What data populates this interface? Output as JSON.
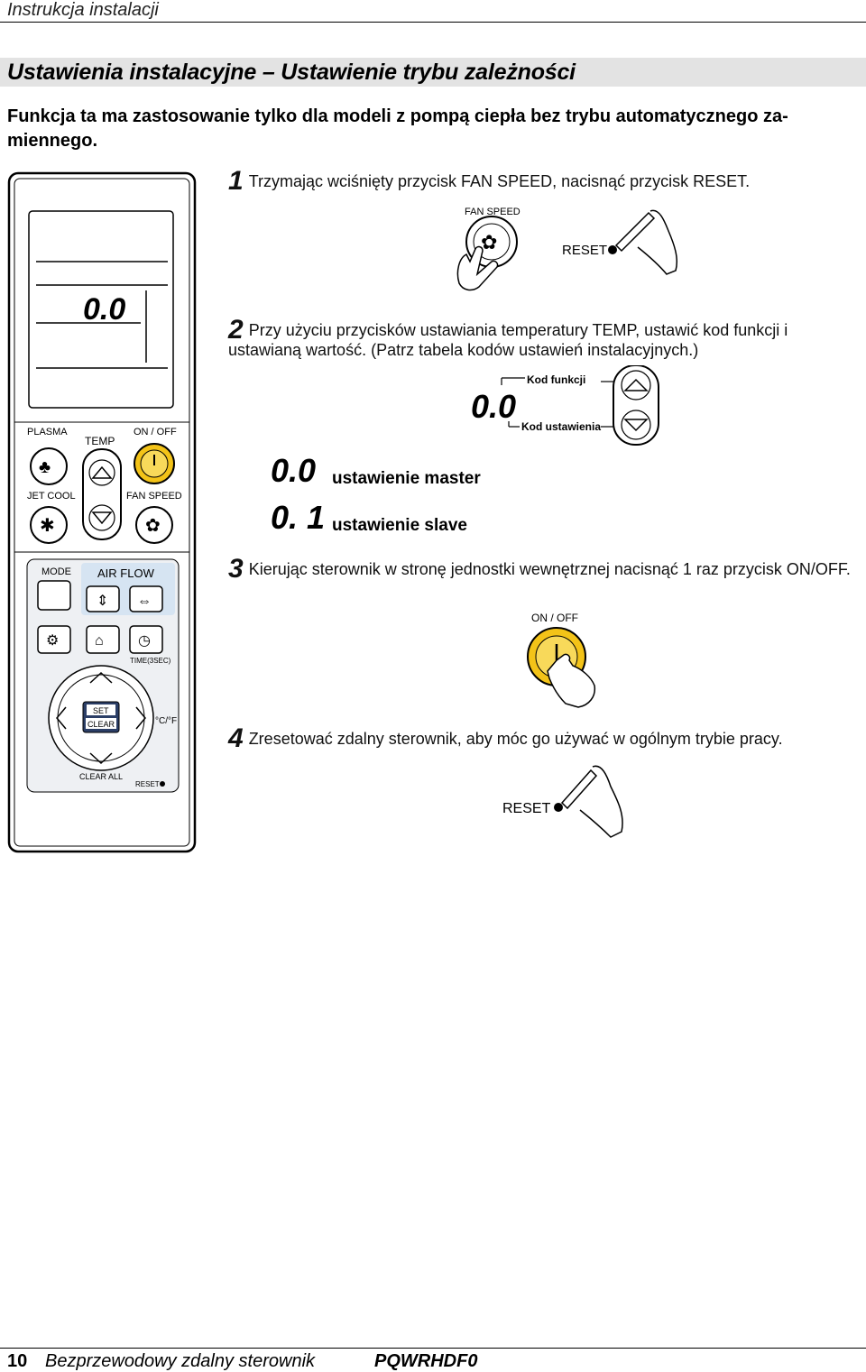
{
  "header": {
    "title": "Instrukcja instalacji"
  },
  "section": {
    "title": "Ustawienia instalacyjne – Ustawienie trybu zależności"
  },
  "intro": "Funkcja ta ma zastosowanie tylko dla modeli z pompą ciepła bez trybu automatycznego za-miennego.",
  "steps": [
    {
      "num": "1",
      "text": "Trzymając wciśnięty przycisk FAN SPEED, nacisnąć przycisk RESET."
    },
    {
      "num": "2",
      "text": "Przy użyciu przycisków ustawiania temperatury TEMP, ustawić kod funkcji i ustawianą wartość. (Patrz tabela kodów ustawień instalacyjnych.)"
    },
    {
      "num": "3",
      "text": "Kierując sterownik w stronę jednostki wewnętrznej nacisnąć 1 raz przycisk ON/OFF."
    },
    {
      "num": "4",
      "text": "Zresetować zdalny sterownik, aby móc go używać w ogólnym trybie pracy."
    }
  ],
  "illustrations": {
    "fan_speed": "FAN SPEED",
    "reset": "RESET",
    "on_off": "ON / OFF",
    "kod_funkcji": "Kod funkcji",
    "kod_ustawienia": "Kod ustawienia"
  },
  "modes": {
    "master": {
      "display": "0.0",
      "label": "ustawienie master"
    },
    "slave": {
      "display": "0. 1",
      "label": "ustawienie slave"
    }
  },
  "remote": {
    "display": "0.0",
    "plasma": "PLASMA",
    "temp": "TEMP",
    "on_off": "ON / OFF",
    "jet_cool": "JET COOL",
    "fan_speed": "FAN SPEED",
    "mode": "MODE",
    "air_flow": "AIR FLOW",
    "time": "TIME(3SEC)",
    "set": "SET",
    "clear": "CLEAR",
    "unit": "°C/°F",
    "clear_all": "CLEAR ALL",
    "reset": "RESET"
  },
  "footer": {
    "page": "10",
    "name": "Bezprzewodowy zdalny sterownik",
    "code": "PQWRHDF0"
  }
}
